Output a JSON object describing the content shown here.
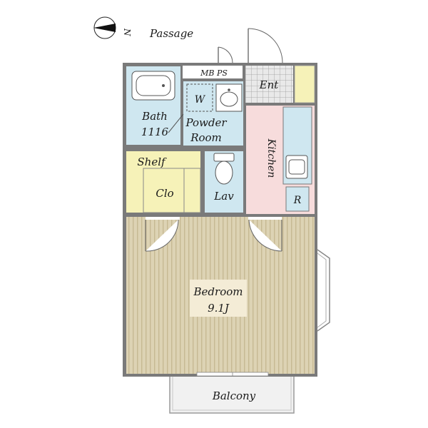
{
  "compass": {
    "north_label": "N"
  },
  "passage": {
    "label": "Passage"
  },
  "rooms": {
    "mb_ps": "MB PS",
    "entrance": "Ent",
    "bath": {
      "name": "Bath",
      "size": "1116"
    },
    "washer": "W",
    "powder_room": {
      "line1": "Powder",
      "line2": "Room"
    },
    "kitchen": "Kitchen",
    "shelf": "Shelf",
    "closet": "Clo",
    "lavatory": "Lav",
    "refrigerator": "R",
    "bedroom": {
      "name": "Bedroom",
      "size": "9.1J"
    },
    "balcony": "Balcony"
  },
  "colors": {
    "wall": "#7a7a7a",
    "wet_area": "#cfe7f0",
    "kitchen": "#f7dcdc",
    "storage": "#f6f2b8",
    "bedroom_floor": "#ddd3b4",
    "bedroom_stripe": "#c6b993",
    "label_box": "#f4ecd6",
    "entrance_tile": "#e6e6e6",
    "balcony": "#f1f1f1"
  }
}
